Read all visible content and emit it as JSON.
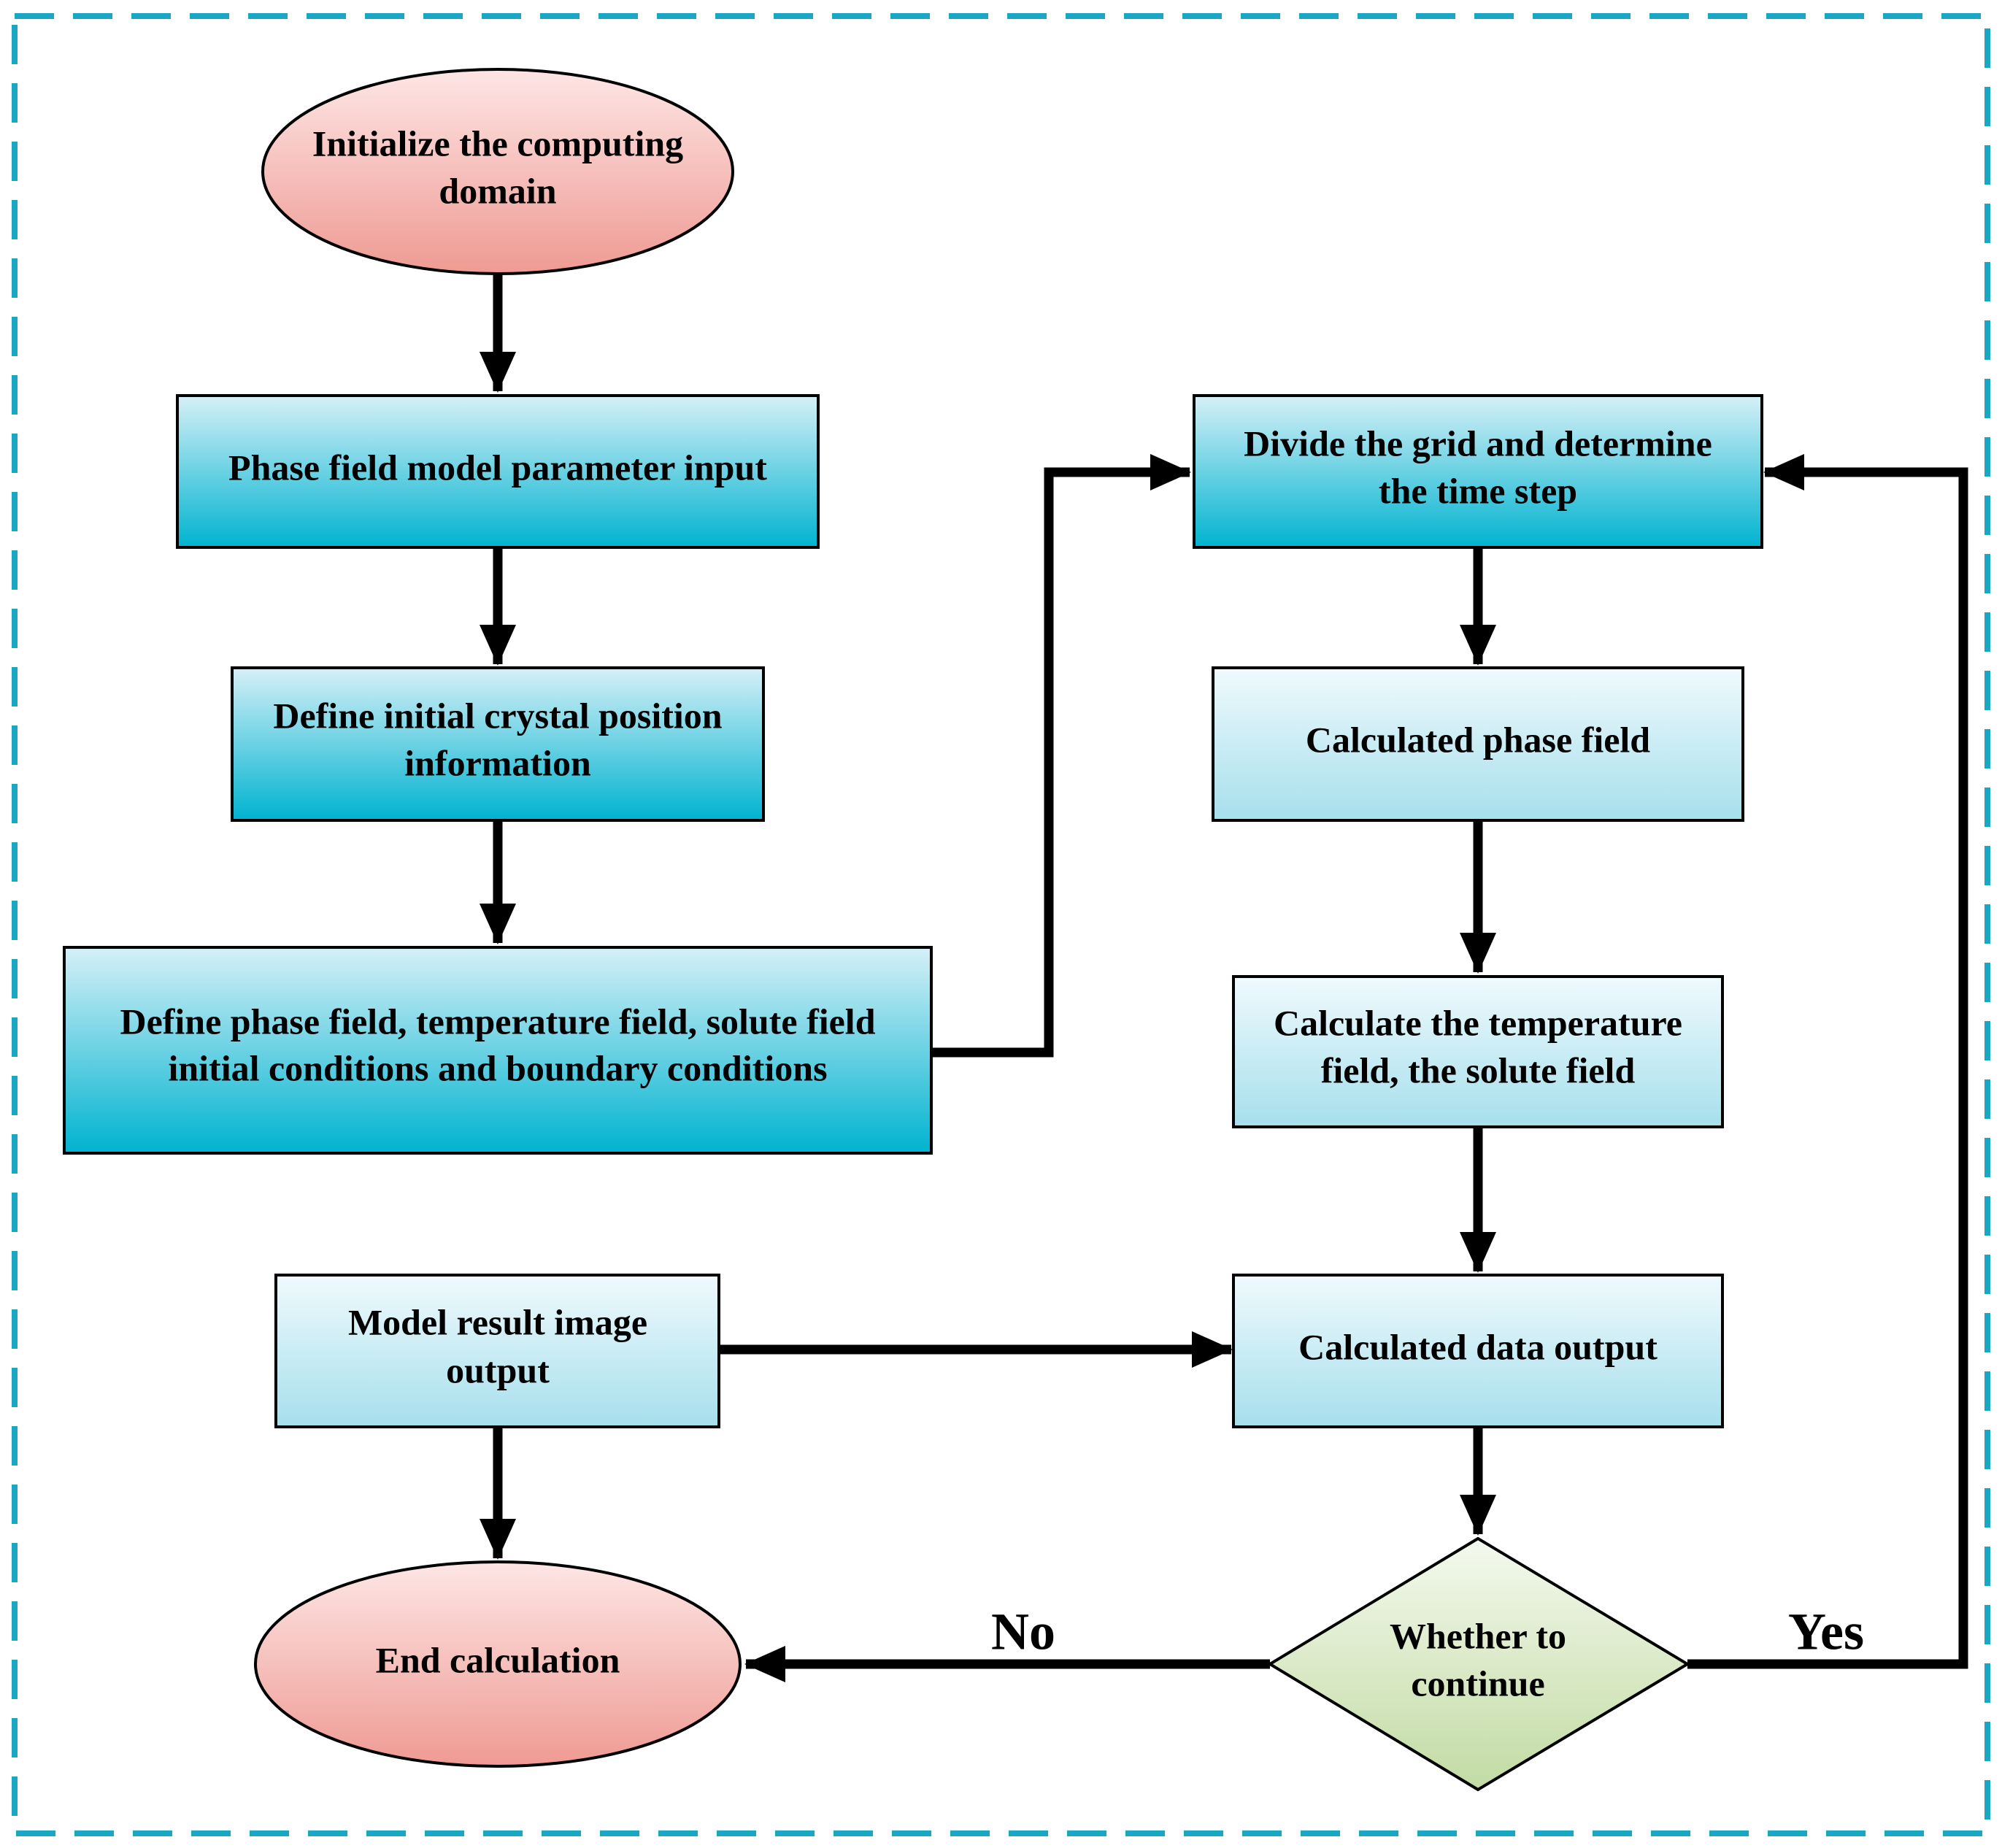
{
  "diagram": {
    "type": "flowchart",
    "nodes": {
      "start": {
        "lines": [
          "Initialize the computing",
          "domain"
        ],
        "shape": "ellipse"
      },
      "param_input": {
        "lines": [
          "Phase field model parameter input"
        ],
        "shape": "rect"
      },
      "crystal_position": {
        "lines": [
          "Define initial crystal position",
          "information"
        ],
        "shape": "rect"
      },
      "initial_conditions": {
        "lines": [
          "Define phase field, temperature field, solute field",
          "initial conditions and boundary conditions"
        ],
        "shape": "rect"
      },
      "divide_grid": {
        "lines": [
          "Divide the grid and determine",
          "the time step"
        ],
        "shape": "rect"
      },
      "calc_phase": {
        "lines": [
          "Calculated phase field"
        ],
        "shape": "rect"
      },
      "calc_temp_solute": {
        "lines": [
          "Calculate the temperature",
          "field, the solute field"
        ],
        "shape": "rect"
      },
      "data_output": {
        "lines": [
          "Calculated data output"
        ],
        "shape": "rect"
      },
      "image_output": {
        "lines": [
          "Model result image",
          "output"
        ],
        "shape": "rect"
      },
      "decision": {
        "lines": [
          "Whether to",
          "continue"
        ],
        "shape": "diamond"
      },
      "end": {
        "lines": [
          "End calculation"
        ],
        "shape": "ellipse"
      }
    },
    "edges": [
      {
        "from": "start",
        "to": "param_input",
        "label": ""
      },
      {
        "from": "param_input",
        "to": "crystal_position",
        "label": ""
      },
      {
        "from": "crystal_position",
        "to": "initial_conditions",
        "label": ""
      },
      {
        "from": "initial_conditions",
        "to": "divide_grid",
        "label": ""
      },
      {
        "from": "divide_grid",
        "to": "calc_phase",
        "label": ""
      },
      {
        "from": "calc_phase",
        "to": "calc_temp_solute",
        "label": ""
      },
      {
        "from": "calc_temp_solute",
        "to": "data_output",
        "label": ""
      },
      {
        "from": "image_output",
        "to": "data_output",
        "label": ""
      },
      {
        "from": "image_output",
        "to": "end",
        "label": ""
      },
      {
        "from": "data_output",
        "to": "decision",
        "label": ""
      },
      {
        "from": "decision",
        "to": "end",
        "label": "No"
      },
      {
        "from": "decision",
        "to": "divide_grid",
        "label": "Yes"
      }
    ],
    "branch_labels": {
      "no": "No",
      "yes": "Yes"
    }
  },
  "colors": {
    "frame": "#1aa7c4",
    "process_dark": "#00b3d0",
    "process_light": "#d4eff6",
    "terminal_light": "#fde1e0",
    "terminal_dark": "#ef9a93",
    "decision_light": "#eef5e3",
    "decision_dark": "#c5dda8",
    "line": "#000000"
  }
}
